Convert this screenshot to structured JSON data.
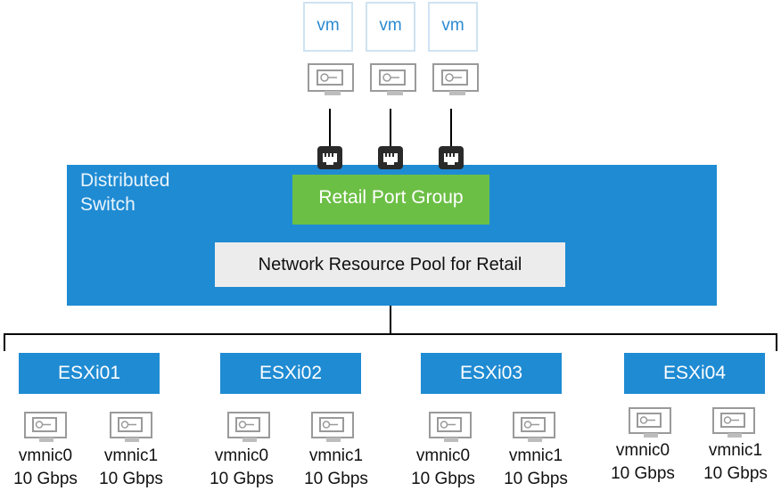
{
  "vms": [
    {
      "label": "vm"
    },
    {
      "label": "vm"
    },
    {
      "label": "vm"
    }
  ],
  "switch": {
    "label_line1": "Distributed",
    "label_line2": "Switch",
    "port_group": "Retail Port Group",
    "resource_pool": "Network Resource Pool for Retail"
  },
  "hosts": [
    {
      "name": "ESXi01",
      "nics": [
        {
          "name": "vmnic0",
          "speed": "10 Gbps"
        },
        {
          "name": "vmnic1",
          "speed": "10 Gbps"
        }
      ]
    },
    {
      "name": "ESXi02",
      "nics": [
        {
          "name": "vmnic0",
          "speed": "10 Gbps"
        },
        {
          "name": "vmnic1",
          "speed": "10 Gbps"
        }
      ]
    },
    {
      "name": "ESXi03",
      "nics": [
        {
          "name": "vmnic0",
          "speed": "10 Gbps"
        },
        {
          "name": "vmnic1",
          "speed": "10 Gbps"
        }
      ]
    },
    {
      "name": "ESXi04",
      "nics": [
        {
          "name": "vmnic0",
          "speed": "10 Gbps"
        },
        {
          "name": "vmnic1",
          "speed": "10 Gbps"
        }
      ]
    }
  ],
  "colors": {
    "switch": "#1f8bd3",
    "port_group": "#6cbf45",
    "resource_pool": "#ececec",
    "vm_text": "#2b8ad1"
  }
}
